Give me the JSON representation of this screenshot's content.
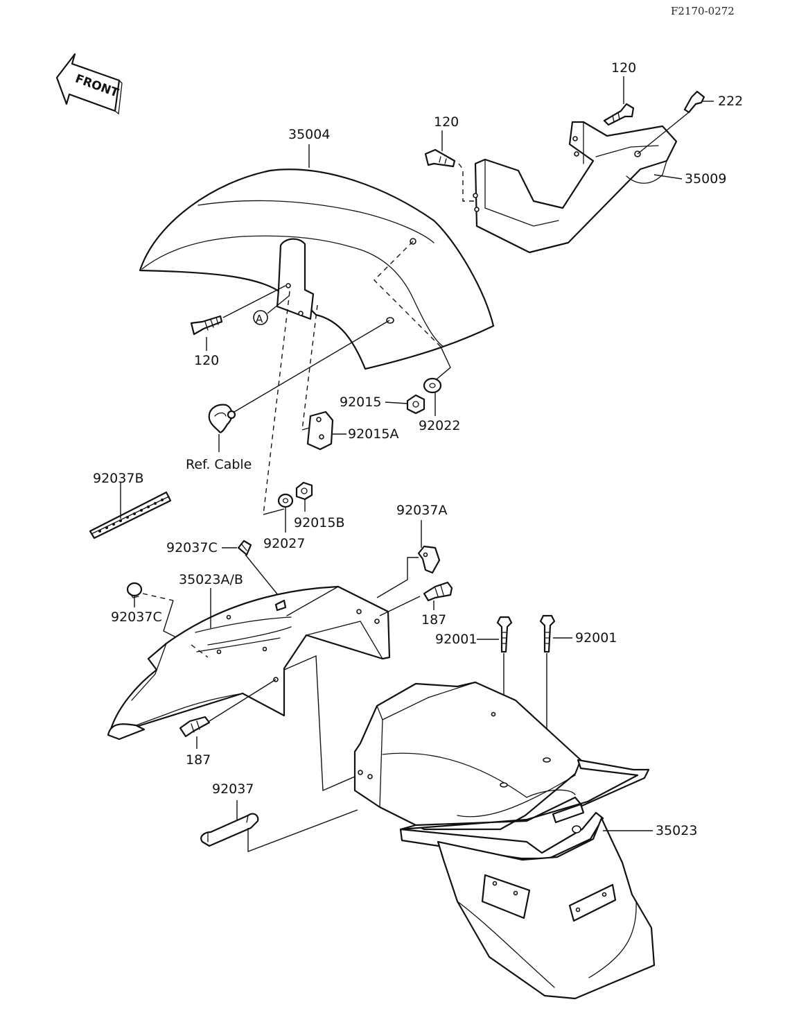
{
  "diagram": {
    "code": "F2170-0272",
    "front_label": "FRONT",
    "ref_a": "A",
    "labels": {
      "p35004": "35004",
      "p35009": "35009",
      "p120_top": "120",
      "p120_mid": "120",
      "p120_left": "120",
      "p222": "222",
      "p92015": "92015",
      "p92022": "92022",
      "p92015A": "92015A",
      "ref_cable": "Ref. Cable",
      "p92037B": "92037B",
      "p92027": "92027",
      "p92015B": "92015B",
      "p92037A": "92037A",
      "p92037C_top": "92037C",
      "p92037C_left": "92037C",
      "p35023AB": "35023A/B",
      "p187_right": "187",
      "p187_left": "187",
      "p92001_left": "92001",
      "p92001_right": "92001",
      "p92037": "92037",
      "p35023": "35023"
    }
  }
}
